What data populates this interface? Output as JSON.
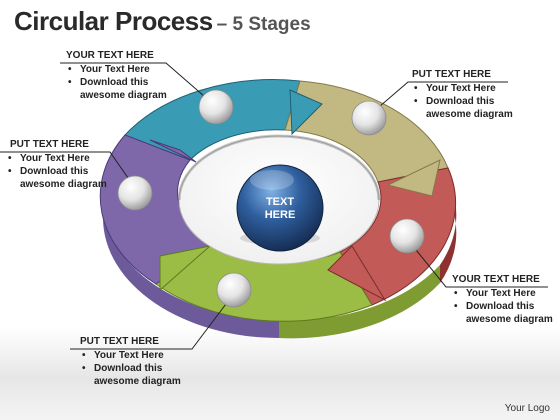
{
  "title": {
    "main": "Circular Process",
    "sub": "– 5 Stages"
  },
  "center": {
    "line1": "TEXT",
    "line2": "HERE"
  },
  "callouts": {
    "top_left": {
      "heading": "YOUR TEXT HERE",
      "bullets": [
        "Your Text Here",
        "Download this awesome diagram"
      ]
    },
    "top_right": {
      "heading": "PUT  TEXT HERE",
      "bullets": [
        "Your Text Here",
        "Download this awesome diagram"
      ]
    },
    "left": {
      "heading": "PUT TEXT HERE",
      "bullets": [
        "Your Text Here",
        "Download this awesome diagram"
      ]
    },
    "right": {
      "heading": "YOUR TEXT HERE",
      "bullets": [
        "Your Text Here",
        "Download this awesome diagram"
      ]
    },
    "bottom": {
      "heading": "PUT TEXT HERE",
      "bullets": [
        "Your Text Here",
        "Download this awesome diagram"
      ]
    }
  },
  "segment_colors": [
    "#3a9bb5",
    "#c2b882",
    "#c25a57",
    "#9bbd45",
    "#7e68aa"
  ],
  "logo": "Your Logo"
}
